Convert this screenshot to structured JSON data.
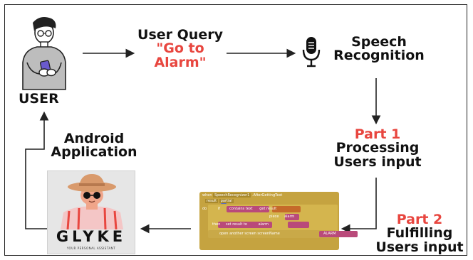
{
  "nodes": {
    "user": {
      "label": "USER"
    },
    "user_query": {
      "line1": "User Query",
      "quote_line1": "\"Go to",
      "quote_line2": "Alarm\""
    },
    "speech": {
      "line1": "Speech",
      "line2": "Recognition"
    },
    "part1": {
      "tag": "Part 1",
      "line1": "Processing",
      "line2": "Users input"
    },
    "part2": {
      "tag": "Part 2",
      "line1": "Fulfilling",
      "line2": "Users input"
    },
    "android": {
      "line1": "Android",
      "line2": "Application"
    }
  },
  "app_logo": {
    "name": "GLYKE",
    "tagline": "YOUR PERSONAL ASSISTANT"
  },
  "code_blocks": {
    "event_when": "when",
    "event_component": "SpeechRecognizer1",
    "event_name": ".AfterGettingText",
    "param_result": "result",
    "param_partial": "partial",
    "do": "do",
    "if": "if",
    "contains": "contains",
    "text": "text",
    "get": "get",
    "result": "result",
    "piece": "piece",
    "alarm": "alarm",
    "then": "then",
    "set": "set",
    "to": "to",
    "open_screen": "open another screen  screenName",
    "alarm_caps": "ALARM"
  },
  "colors": {
    "accent_red": "#e8463f",
    "block_gold": "#c5a340",
    "block_purple": "#b94a7a",
    "block_blue": "#5a6fbf"
  }
}
